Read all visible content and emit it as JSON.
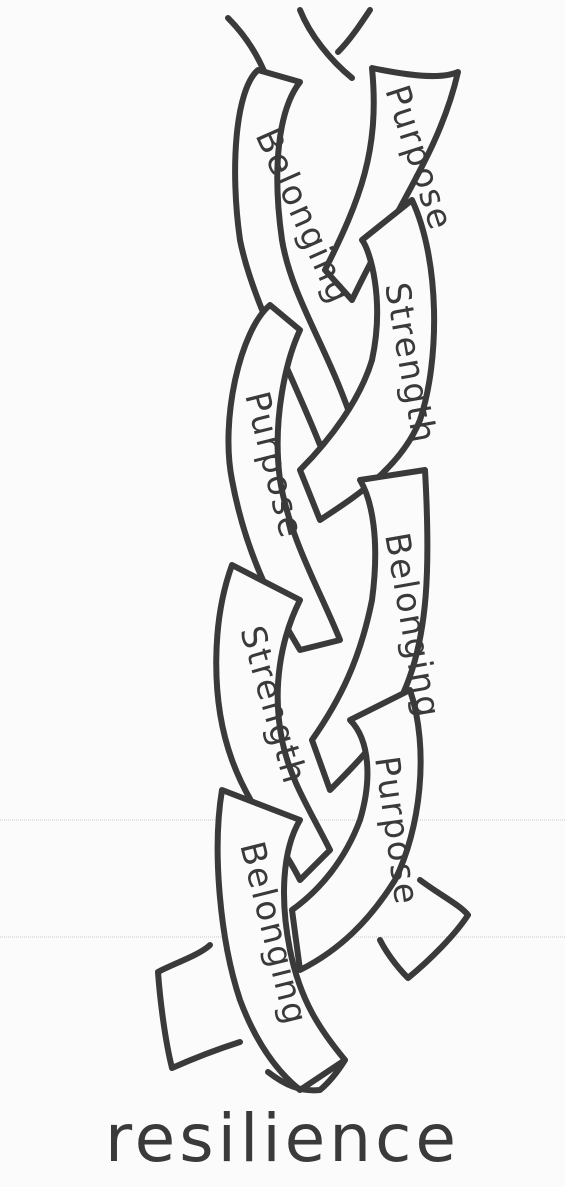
{
  "strand_labels": {
    "purpose_1": "Purpose",
    "belonging_1": "Belonging",
    "strength_1": "Strength",
    "purpose_2": "Purpose",
    "belonging_2": "Belonging",
    "strength_2": "Strength",
    "purpose_3": "Purpose",
    "belonging_3": "Belonging"
  },
  "caption": "resilience",
  "colors": {
    "ink": "#3a3a3a",
    "paper": "#fbfbfb",
    "rule_line": "#c8c8c8"
  }
}
